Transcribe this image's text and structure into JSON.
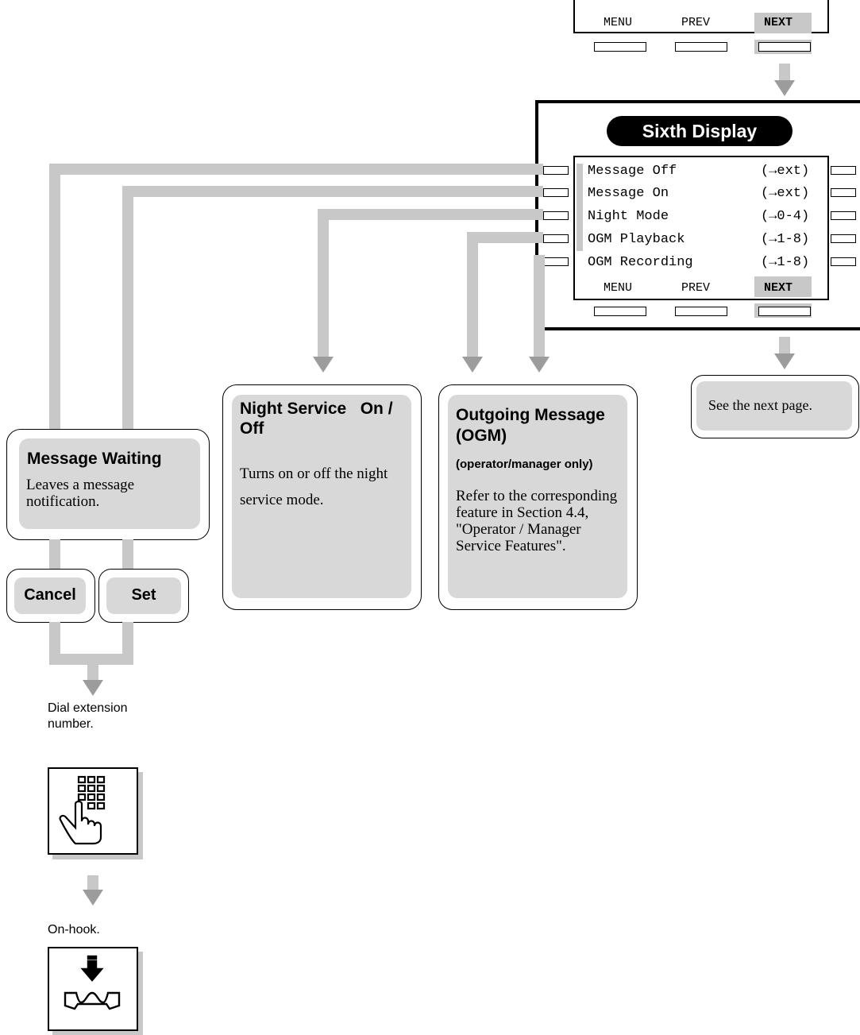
{
  "top_softkeys": {
    "menu": "MENU",
    "prev": "PREV",
    "next": "NEXT"
  },
  "display": {
    "title": "Sixth Display",
    "items": [
      {
        "label": "Message Off",
        "target": "(→ext)"
      },
      {
        "label": "Message On",
        "target": "(→ext)"
      },
      {
        "label": "Night Mode",
        "target": "(→0-4)"
      },
      {
        "label": "OGM Playback",
        "target": "(→1-8)"
      },
      {
        "label": "OGM Recording",
        "target": "(→1-8)"
      }
    ],
    "softkeys": {
      "menu": "MENU",
      "prev": "PREV",
      "next": "NEXT"
    }
  },
  "boxes": {
    "message_waiting": {
      "title": "Message Waiting",
      "desc": "Leaves a message notification."
    },
    "night_service": {
      "title": "Night Service   On / Off",
      "desc": "Turns on or off the night service mode."
    },
    "ogm": {
      "title": "Outgoing Message (OGM)",
      "subtitle": "(operator/manager only)",
      "desc": "Refer to the corresponding feature in Section 4.4, \"Operator / Manager Service Features\"."
    },
    "next_page": {
      "text": "See the next page."
    }
  },
  "buttons": {
    "cancel": "Cancel",
    "set": "Set"
  },
  "steps": {
    "dial": "Dial extension number.",
    "onhook": "On-hook."
  },
  "icons": {
    "dial": "keypad-dial-icon",
    "onhook": "handset-onhook-icon"
  }
}
